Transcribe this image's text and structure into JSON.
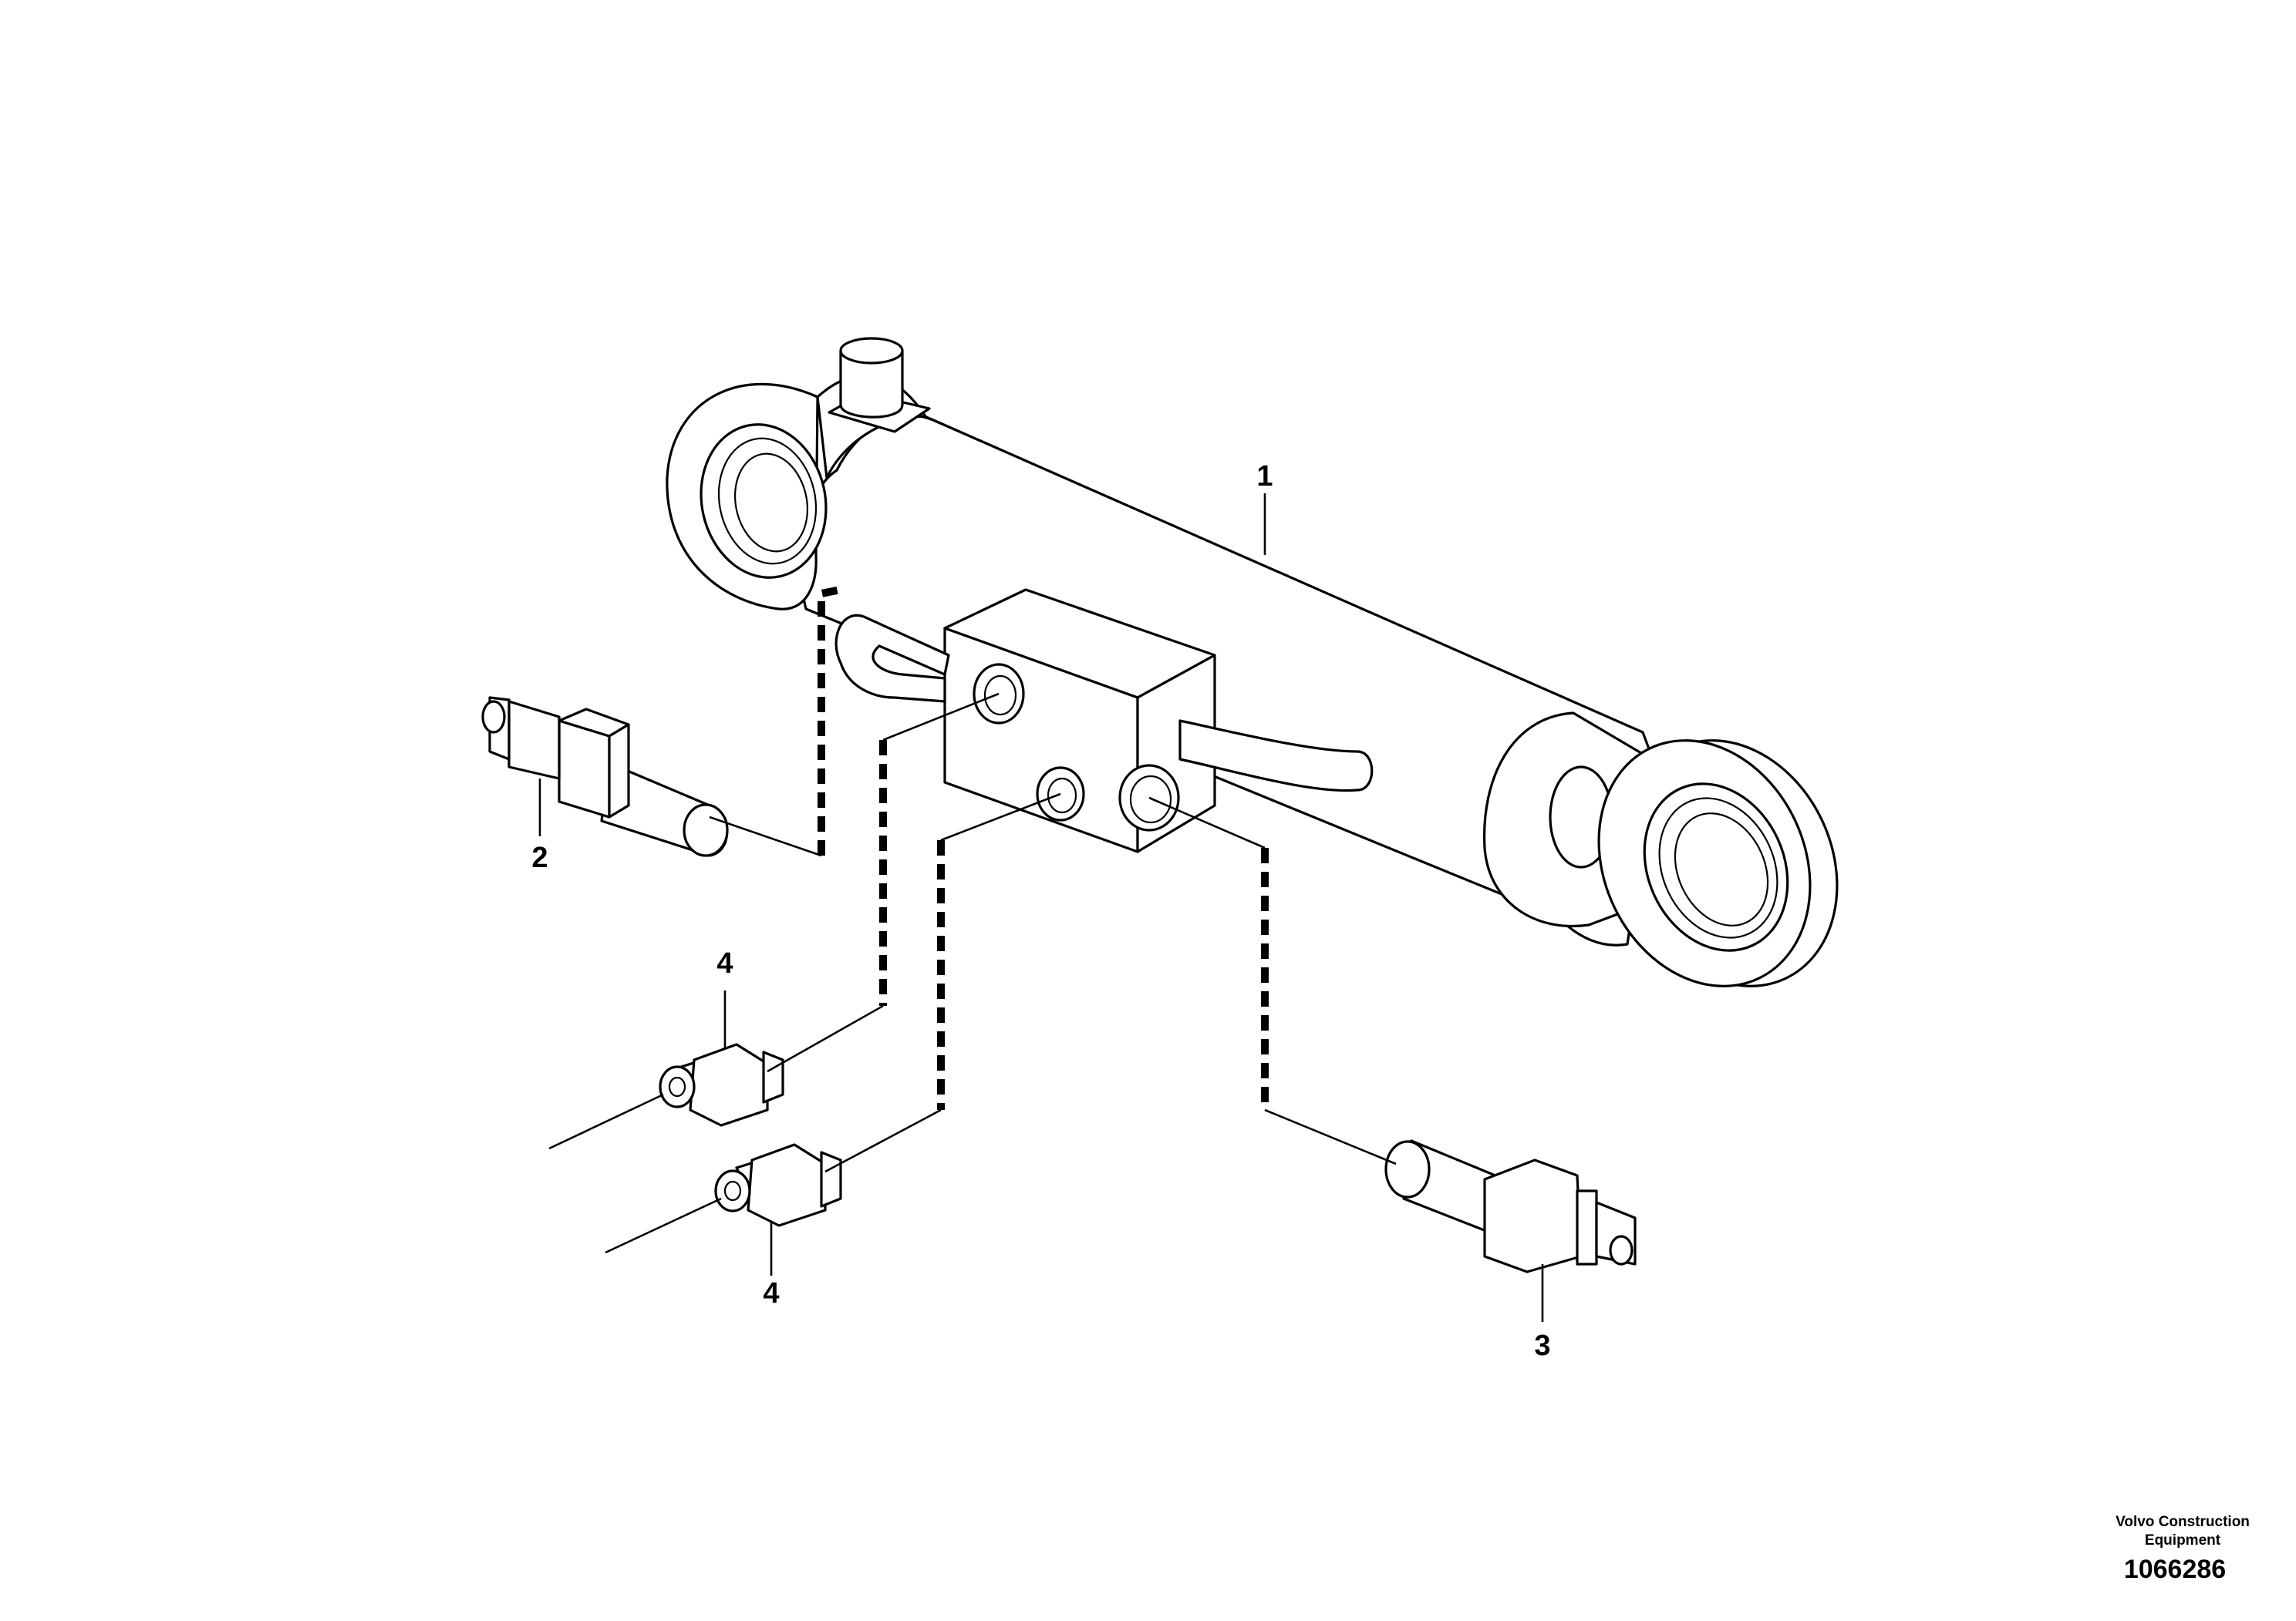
{
  "callouts": [
    {
      "id": "1",
      "part": "hydraulic-cylinder"
    },
    {
      "id": "2",
      "part": "pressure-sensor-left"
    },
    {
      "id": "3",
      "part": "pressure-sensor-right"
    },
    {
      "id": "4",
      "part": "nipple-upper"
    },
    {
      "id": "4",
      "part": "nipple-lower"
    }
  ],
  "footer": {
    "brand_line1": "Volvo Construction",
    "brand_line2": "Equipment",
    "doc_number": "1066286"
  },
  "colors": {
    "line": "#000000",
    "background": "#ffffff"
  }
}
